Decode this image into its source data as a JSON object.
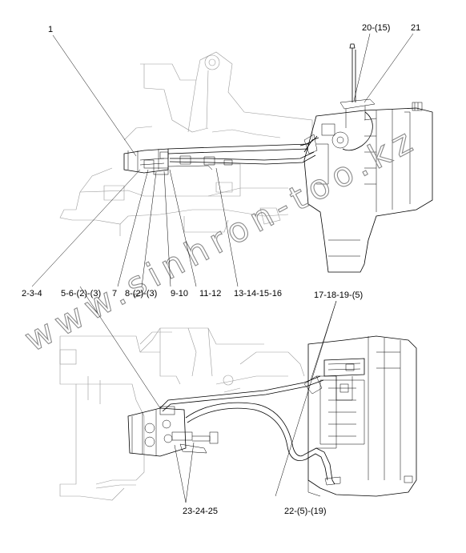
{
  "callouts": {
    "c1": "1",
    "c20": "20-(15)",
    "c21": "21",
    "c234": "2-3-4",
    "c56": "5-6-(2)-(3)",
    "c7": "7",
    "c8": "8-(2)-(3)",
    "c910": "9-10",
    "c1112": "11-12",
    "c1316": "13-14-15-16",
    "c1719": "17-18-19-(5)",
    "c2325": "23-24-25",
    "c22": "22-(5)-(19)"
  },
  "watermark": {
    "text": "www.sinhron-too.kz"
  }
}
